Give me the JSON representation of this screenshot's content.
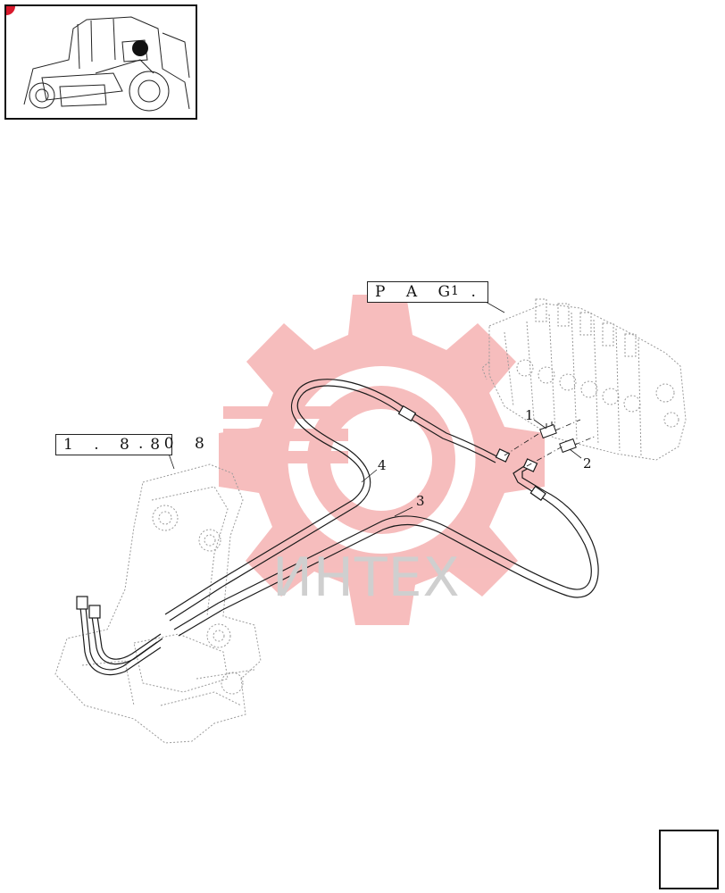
{
  "diagram": {
    "references": {
      "valve_ref": "P A G .",
      "valve_ref_num": "1",
      "frame_ref": "1 . 8 8",
      "frame_ref_suffix": ". 0 8"
    },
    "callouts": {
      "c1": "1",
      "c2": "2",
      "c3": "3",
      "c4": "4"
    },
    "watermark": "ИНТЕХ",
    "colors": {
      "line": "#1a1a1a",
      "ghost": "#9a9a9a",
      "watermark_red": "#f2a4a4",
      "marker_red": "#d9192c"
    },
    "icons": {
      "overview": "tractor-overview-thumbnail",
      "nav": "next-page-arrow-icon"
    }
  }
}
